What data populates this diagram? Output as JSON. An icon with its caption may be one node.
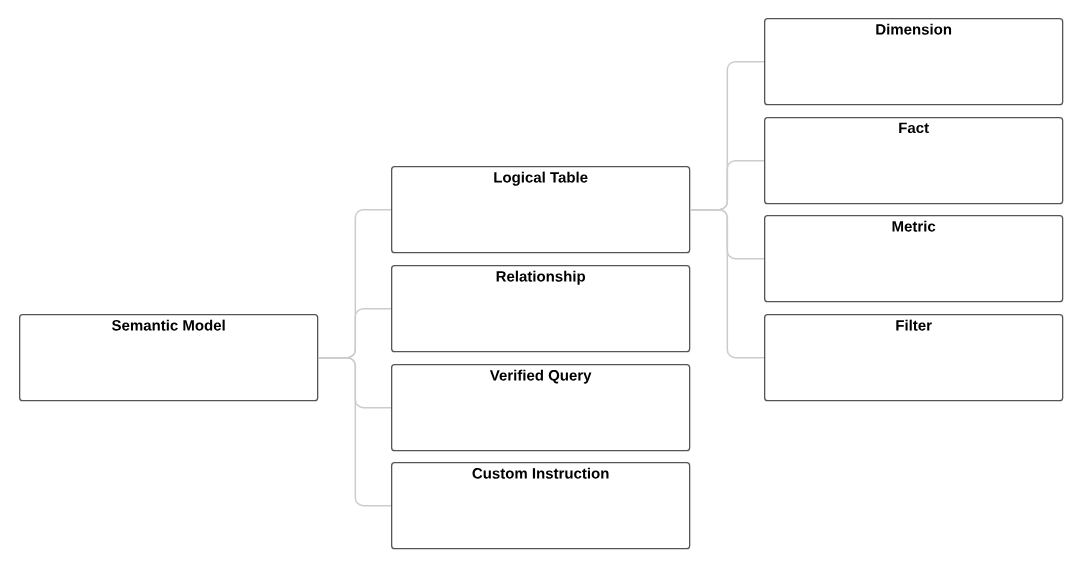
{
  "diagram": {
    "nodes": [
      {
        "text": [
          "Semantic Model"
        ]
      },
      {
        "text": [
          "Logical Table"
        ]
      },
      {
        "text": [
          "Relationship"
        ]
      },
      {
        "text": [
          "Verified Query"
        ]
      },
      {
        "text": [
          "Custom Instruction"
        ]
      },
      {
        "text": [
          "Dimension"
        ]
      },
      {
        "text": [
          "Fact"
        ]
      },
      {
        "text": [
          "Metric"
        ]
      },
      {
        "text": [
          "Filter"
        ]
      }
    ],
    "edges": [
      {
        "from": 0,
        "to": 1,
        "arrow": "none"
      },
      {
        "from": 0,
        "to": 2,
        "arrow": "none"
      },
      {
        "from": 0,
        "to": 3,
        "arrow": "none"
      },
      {
        "from": 0,
        "to": 4,
        "arrow": "none"
      },
      {
        "from": 1,
        "to": 5,
        "arrow": "none"
      },
      {
        "from": 1,
        "to": 6,
        "arrow": "none"
      },
      {
        "from": 1,
        "to": 7,
        "arrow": "none"
      },
      {
        "from": 1,
        "to": 8,
        "arrow": "none"
      }
    ]
  }
}
